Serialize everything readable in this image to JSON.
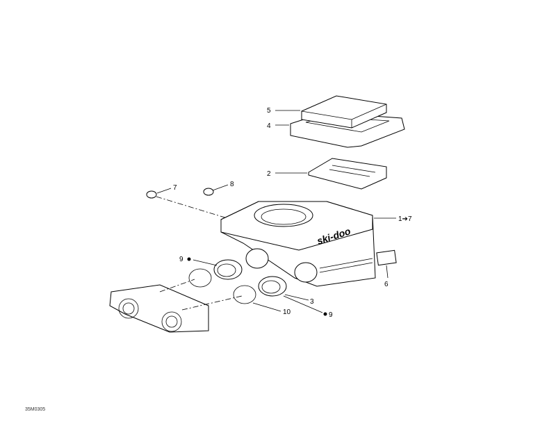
{
  "diagram": {
    "callouts": [
      {
        "id": "label-5",
        "text": "5"
      },
      {
        "id": "label-4",
        "text": "4"
      },
      {
        "id": "label-2",
        "text": "2"
      },
      {
        "id": "label-7",
        "text": "7"
      },
      {
        "id": "label-8",
        "text": "8"
      },
      {
        "id": "label-1-7",
        "text": "1➔7"
      },
      {
        "id": "label-9a",
        "text": "9"
      },
      {
        "id": "label-6",
        "text": "6"
      },
      {
        "id": "label-3",
        "text": "3"
      },
      {
        "id": "label-10",
        "text": "10"
      },
      {
        "id": "label-9b",
        "text": "9"
      }
    ],
    "logo_text": "ski-doo",
    "drawing_code": "35M0305"
  }
}
